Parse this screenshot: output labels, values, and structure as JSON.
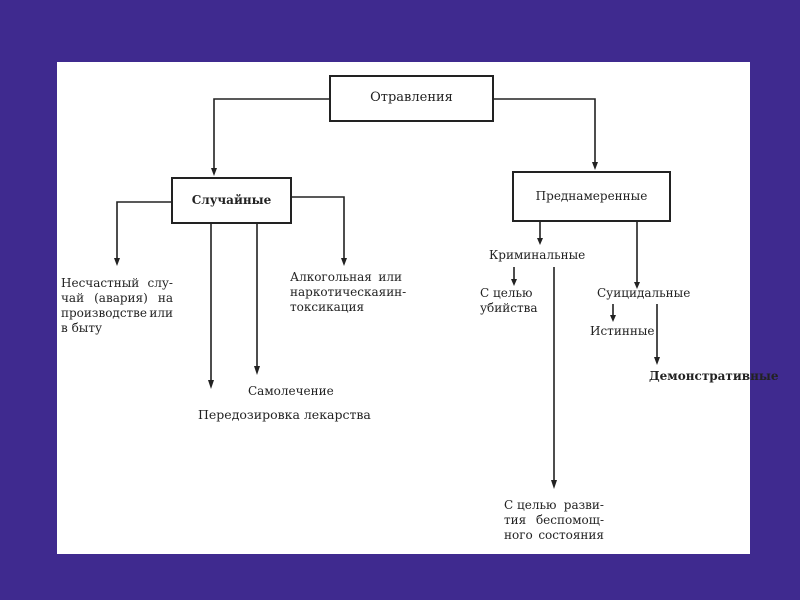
{
  "diagram": {
    "root": "Отравления",
    "accidental": {
      "label": "Случайные",
      "children": [
        [
          "Несчастный",
          "слу-",
          "чай",
          "(авария)",
          "на",
          "производстве",
          "или",
          "в быту"
        ],
        "Передозировка лекарства",
        "Самолечение",
        [
          "Алкогольная",
          "или",
          "наркотическая",
          "ин-",
          "токсикация"
        ]
      ]
    },
    "intentional": {
      "label": "Преднамеренные",
      "criminal": {
        "label": "Криминальные",
        "children": [
          [
            "С целью",
            "убийства"
          ],
          [
            "С целью",
            "разви-",
            "тия",
            "беспомощ-",
            "ного",
            "состояния"
          ]
        ]
      },
      "suicidal": {
        "label": "Суицидальные",
        "children": [
          "Истинные",
          "Демонстративные"
        ]
      }
    }
  }
}
